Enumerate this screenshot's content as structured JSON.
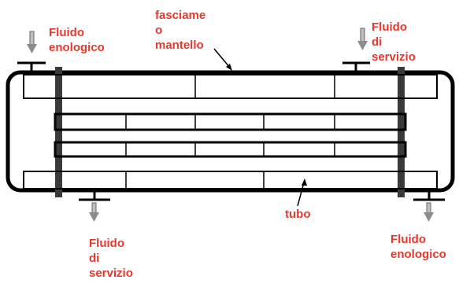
{
  "labels": {
    "fasciame": "fasciame\no\nmantello",
    "tubo": "tubo",
    "fluido_enologico_in": "Fluido\nenologico",
    "fluido_servizio_in": "Fluido\ndi\nservizio",
    "fluido_servizio_out": "Fluido\ndi\nservizio",
    "fluido_enologico_out": "Fluido\nenologico"
  },
  "colors": {
    "label": "#e8382b",
    "outline": "#000000",
    "arrow": "#8c8c8c",
    "tube_sheet": "#3a3a3a"
  }
}
